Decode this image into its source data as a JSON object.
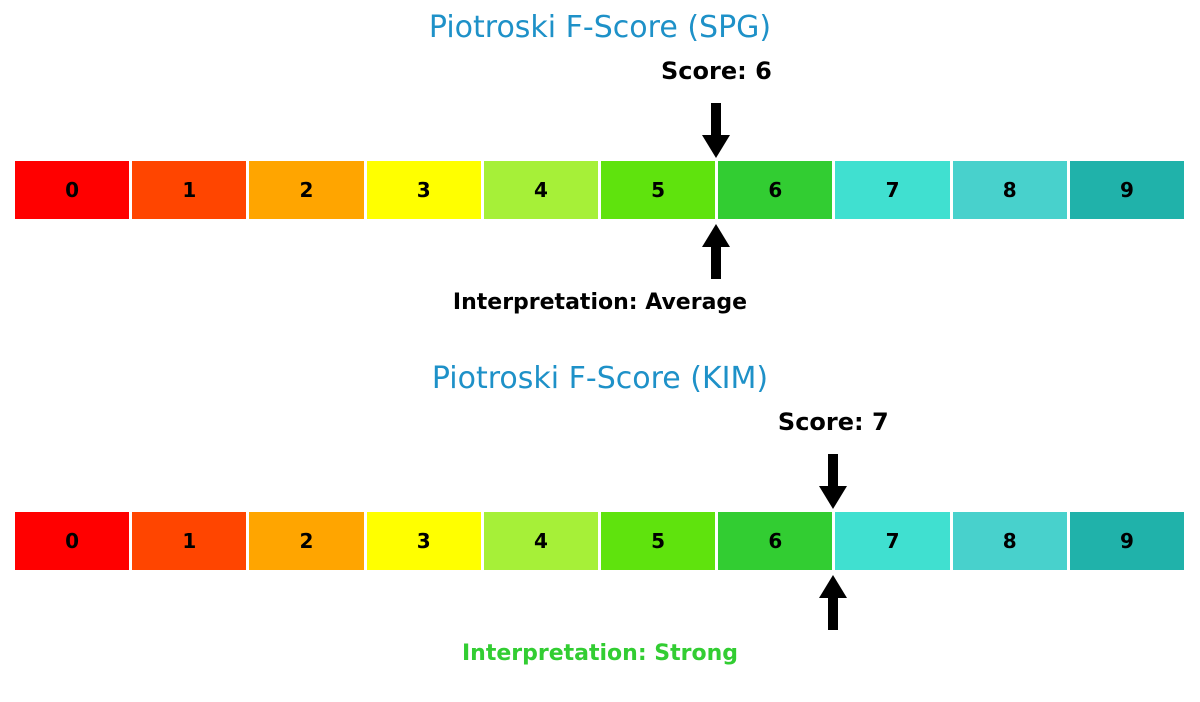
{
  "figure": {
    "background_color": "#FFFFFF",
    "title_color": "#1E91C8",
    "arrow_color": "#000000",
    "bar_gap_color": "#FFFFFF"
  },
  "scale": {
    "segments": [
      {
        "label": "0",
        "color": "#FF0000"
      },
      {
        "label": "1",
        "color": "#FF4500"
      },
      {
        "label": "2",
        "color": "#FFA500"
      },
      {
        "label": "3",
        "color": "#FFFF00"
      },
      {
        "label": "4",
        "color": "#A6F038"
      },
      {
        "label": "5",
        "color": "#5FE30D"
      },
      {
        "label": "6",
        "color": "#32CD32"
      },
      {
        "label": "7",
        "color": "#40E0D0"
      },
      {
        "label": "8",
        "color": "#48D1CC"
      },
      {
        "label": "9",
        "color": "#20B2AA"
      }
    ]
  },
  "charts": [
    {
      "title": "Piotroski F-Score (SPG)",
      "ticker": "SPG",
      "score_label": "Score: 6",
      "score": 6,
      "interpretation": "Interpretation: Average",
      "interpretation_color": "#000000"
    },
    {
      "title": "Piotroski F-Score (KIM)",
      "ticker": "KIM",
      "score_label": "Score: 7",
      "score": 7,
      "interpretation": "Interpretation: Strong",
      "interpretation_color": "#32CD32"
    }
  ],
  "chart_data": [
    {
      "type": "bar",
      "subtype": "score-gauge",
      "title": "Piotroski F-Score (SPG)",
      "categories": [
        0,
        1,
        2,
        3,
        4,
        5,
        6,
        7,
        8,
        9
      ],
      "values": [
        1,
        1,
        1,
        1,
        1,
        1,
        1,
        1,
        1,
        1
      ],
      "segment_colors": [
        "#FF0000",
        "#FF4500",
        "#FFA500",
        "#FFFF00",
        "#A6F038",
        "#5FE30D",
        "#32CD32",
        "#40E0D0",
        "#48D1CC",
        "#20B2AA"
      ],
      "score": 6,
      "score_annotation": "Score: 6",
      "interpretation_annotation": "Interpretation: Average",
      "marker": "black arrows above and below bar at boundary between segment 5 and 6",
      "xlim": [
        0,
        10
      ],
      "grid": false,
      "legend": false
    },
    {
      "type": "bar",
      "subtype": "score-gauge",
      "title": "Piotroski F-Score (KIM)",
      "categories": [
        0,
        1,
        2,
        3,
        4,
        5,
        6,
        7,
        8,
        9
      ],
      "values": [
        1,
        1,
        1,
        1,
        1,
        1,
        1,
        1,
        1,
        1
      ],
      "segment_colors": [
        "#FF0000",
        "#FF4500",
        "#FFA500",
        "#FFFF00",
        "#A6F038",
        "#5FE30D",
        "#32CD32",
        "#40E0D0",
        "#48D1CC",
        "#20B2AA"
      ],
      "score": 7,
      "score_annotation": "Score: 7",
      "interpretation_annotation": "Interpretation: Strong",
      "marker": "black arrows above and below bar at boundary between segment 6 and 7",
      "xlim": [
        0,
        10
      ],
      "grid": false,
      "legend": false
    }
  ]
}
